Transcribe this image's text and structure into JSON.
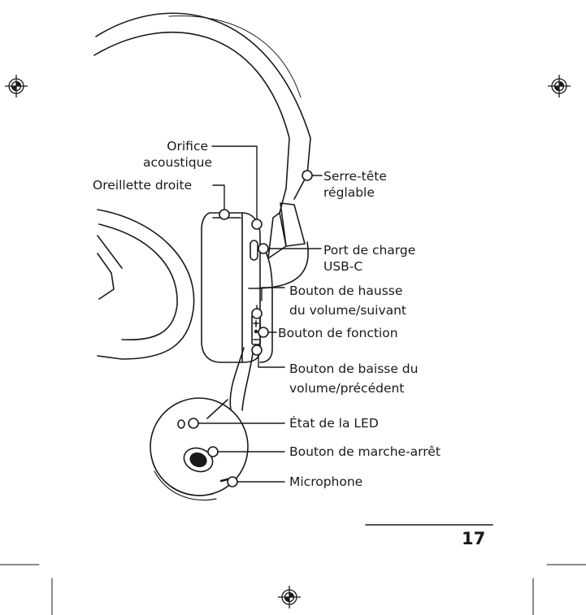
{
  "page_number": "17",
  "labels": {
    "orifice_1": "Orifice",
    "orifice_2": "acoustique",
    "oreillette": "Oreillette droite",
    "serre_1": "Serre-tête",
    "serre_2": "réglable",
    "port_1": "Port de charge",
    "port_2": "USB-C",
    "hausse_1": "Bouton de hausse",
    "hausse_2": "du volume/suivant",
    "fonction": "Bouton de fonction",
    "baisse_1": "Bouton de baisse du",
    "baisse_2": "volume/précédent",
    "led": "État de la LED",
    "marche": "Bouton de marche-arrêt",
    "micro": "Microphone"
  },
  "icons": [
    "registration-mark-icon",
    "crop-mark-icon"
  ]
}
